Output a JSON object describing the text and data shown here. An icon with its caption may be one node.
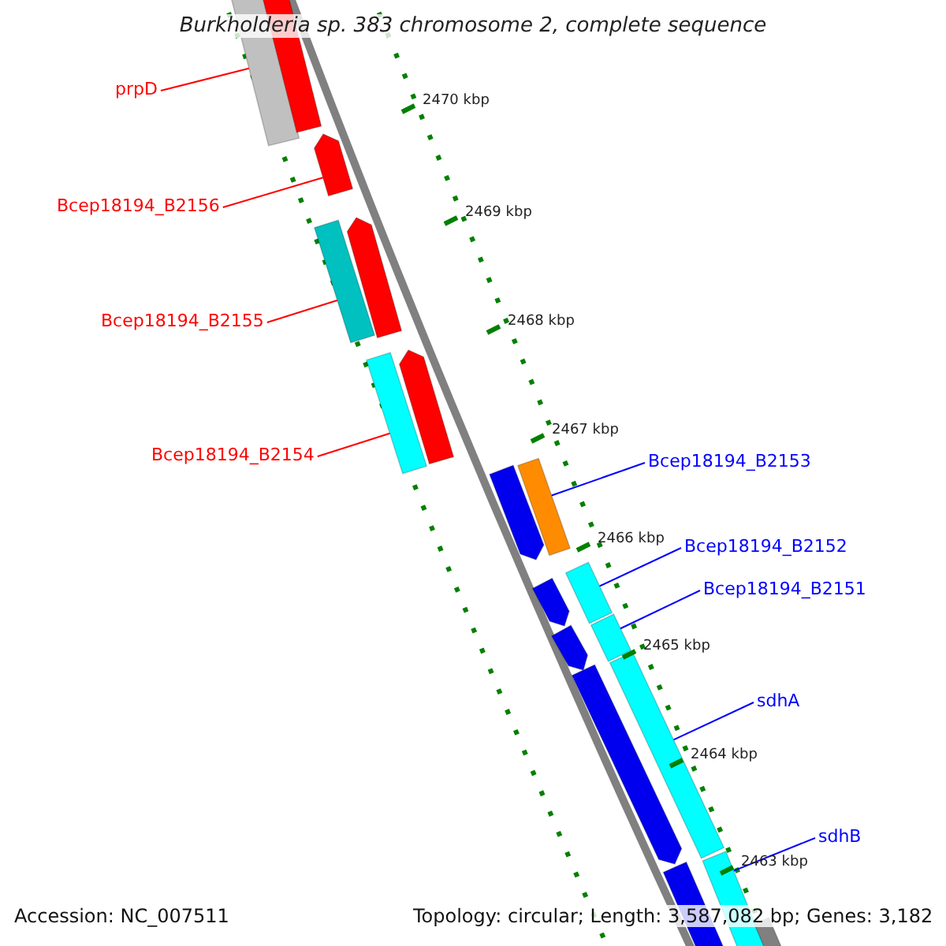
{
  "diagram": {
    "title": "Burkholderia sp. 383 chromosome 2, complete sequence",
    "nodes": [
      {
        "text": [
          "prpD"
        ]
      },
      {
        "text": [
          "Bcep18194_B2156"
        ]
      },
      {
        "text": [
          "Bcep18194_B2155"
        ]
      },
      {
        "text": [
          "Bcep18194_B2154"
        ]
      },
      {
        "text": [
          "Bcep18194_B2153"
        ]
      },
      {
        "text": [
          "Bcep18194_B2152"
        ]
      },
      {
        "text": [
          "Bcep18194_B2151"
        ]
      },
      {
        "text": [
          "sdhA"
        ]
      },
      {
        "text": [
          "sdhB"
        ]
      },
      {
        "text": [],
        "shape": "bar"
      },
      {
        "text": [],
        "shape": "bar"
      },
      {
        "text": [],
        "shape": "bar"
      },
      {
        "text": [],
        "shape": "bar"
      },
      {
        "text": [],
        "shape": "bar"
      },
      {
        "text": [],
        "shape": "bar"
      },
      {
        "text": [],
        "shape": "bar"
      },
      {
        "text": [],
        "shape": "bar"
      },
      {
        "text": [],
        "shape": "bar"
      },
      {
        "text": [],
        "shape": "bar"
      },
      {
        "text": [],
        "shape": "bar"
      },
      {
        "text": [],
        "shape": "bar"
      },
      {
        "text": [],
        "shape": "bar"
      },
      {
        "text": [],
        "shape": "bar"
      },
      {
        "text": [],
        "shape": "bar"
      },
      {
        "text": [],
        "shape": "bar"
      },
      {
        "text": [],
        "shape": "bar"
      },
      {
        "text": [],
        "shape": "bar"
      }
    ],
    "edges": [
      {
        "from": 0,
        "to": 9,
        "arrow": "none",
        "color": "#ff0000"
      },
      {
        "from": 1,
        "to": 11,
        "arrow": "none",
        "color": "#ff0000"
      },
      {
        "from": 2,
        "to": 13,
        "arrow": "none",
        "color": "#ff0000"
      },
      {
        "from": 3,
        "to": 15,
        "arrow": "none",
        "color": "#ff0000"
      },
      {
        "from": 4,
        "to": 16,
        "arrow": "none"
      },
      {
        "from": 5,
        "to": 18,
        "arrow": "none"
      },
      {
        "from": 6,
        "to": 20,
        "arrow": "none"
      },
      {
        "from": 7,
        "to": 22,
        "arrow": "none"
      },
      {
        "from": 8,
        "to": 24,
        "arrow": "none"
      }
    ],
    "labels": [
      "2470 kbp",
      "2469 kbp",
      "2468 kbp",
      "2467 kbp",
      "2466 kbp",
      "2465 kbp",
      "2464 kbp",
      "2463 kbp",
      "Accession: NC_007511",
      "Topology: circular; Length: 3,587,082 bp; Genes: 3,182"
    ]
  }
}
